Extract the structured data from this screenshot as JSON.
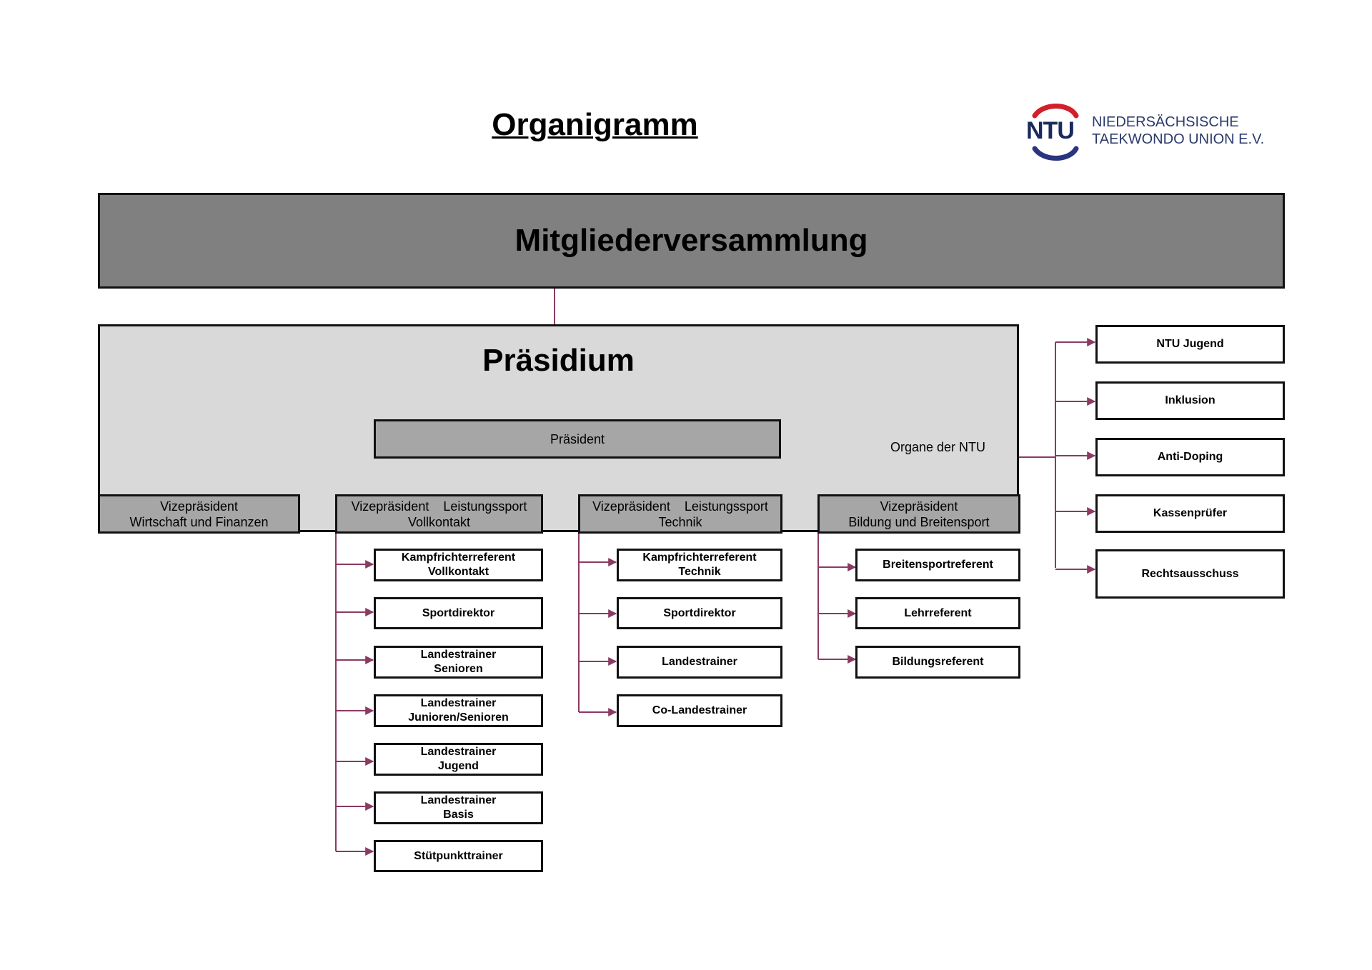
{
  "title": "Organigramm",
  "logo": {
    "abbr": "NTU",
    "line1": "NIEDERSÄCHSISCHE",
    "line2": "TAEKWONDO UNION E.V."
  },
  "top": "Mitgliederversammlung",
  "praesidium": {
    "title": "Präsidium",
    "president": "Präsident",
    "organe_label": "Organe der NTU"
  },
  "vize": [
    "Vizepräsident\nWirtschaft und Finanzen",
    "Vizepräsident    Leistungssport\nVollkontakt",
    "Vizepräsident    Leistungssport\nTechnik",
    "Vizepräsident\nBildung und Breitensport"
  ],
  "vollkontakt": [
    "Kampfrichterreferent\nVollkontakt",
    "Sportdirektor",
    "Landestrainer\nSenioren",
    "Landestrainer\nJunioren/Senioren",
    "Landestrainer\nJugend",
    "Landestrainer\nBasis",
    "Stütpunkttrainer"
  ],
  "technik": [
    "Kampfrichterreferent\nTechnik",
    "Sportdirektor",
    "Landestrainer",
    "Co-Landestrainer"
  ],
  "bildung": [
    "Breitensportreferent",
    "Lehrreferent",
    "Bildungsreferent"
  ],
  "organe": [
    "NTU Jugend",
    "Inklusion",
    "Anti-Doping",
    "Kassenprüfer",
    "Rechtsausschuss"
  ],
  "colors": {
    "connector": "#8b3a62",
    "top_box": "#808080",
    "praesidium_box": "#d9d9d9",
    "vp_box": "#a6a6a6",
    "logo_red": "#d0202a",
    "logo_blue": "#2a3580"
  }
}
